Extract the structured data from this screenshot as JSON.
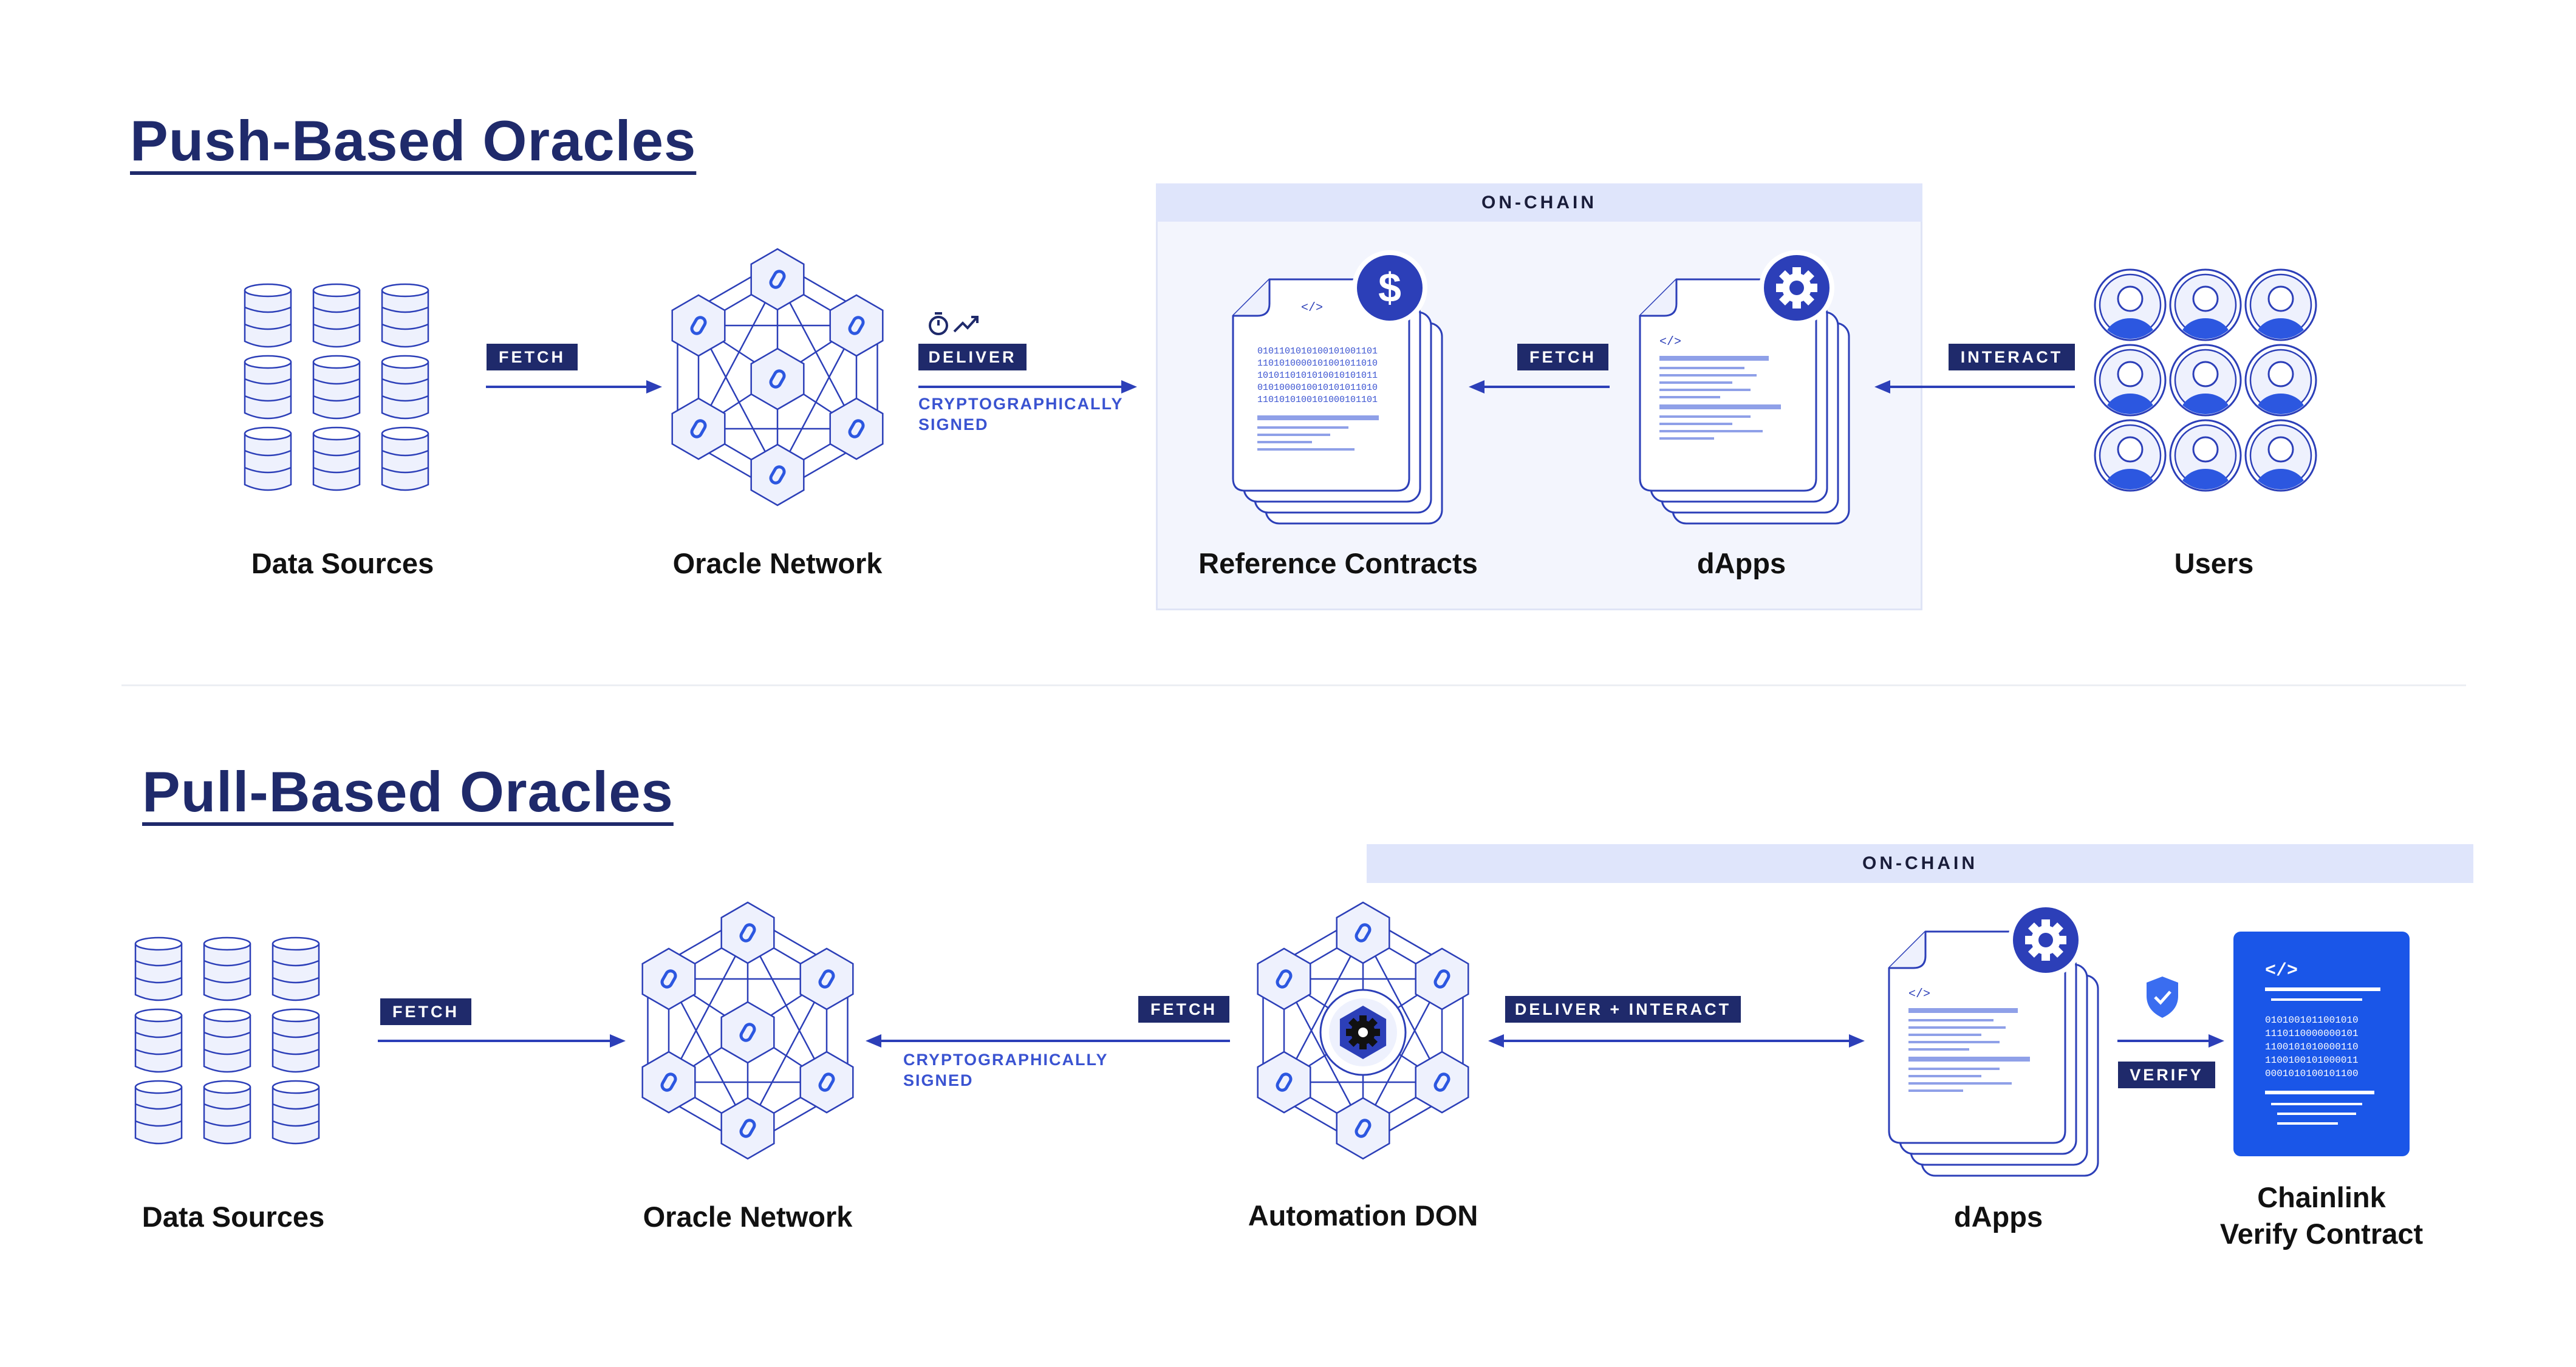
{
  "push": {
    "title": "Push-Based Oracles",
    "onchain_label": "ON-CHAIN",
    "labels": {
      "data_sources": "Data Sources",
      "oracle_network": "Oracle Network",
      "reference_contracts": "Reference Contracts",
      "dapps": "dApps",
      "users": "Users"
    },
    "tags": {
      "fetch1": "FETCH",
      "deliver": "DELIVER",
      "fetch2": "FETCH",
      "interact": "INTERACT"
    },
    "notes": {
      "signed_line1": "CRYPTOGRAPHICALLY",
      "signed_line2": "SIGNED"
    },
    "code_tag": "</>",
    "binary_lines": [
      "0101101010100101001101",
      "1101010000101001011010",
      "1010110101010010101011",
      "0101000010010101011010",
      "1101010100101000101101"
    ]
  },
  "pull": {
    "title": "Pull-Based Oracles",
    "onchain_label": "ON-CHAIN",
    "labels": {
      "data_sources": "Data Sources",
      "oracle_network": "Oracle Network",
      "automation_don": "Automation DON",
      "dapps": "dApps",
      "verify_line1": "Chainlink",
      "verify_line2": "Verify Contract"
    },
    "tags": {
      "fetch1": "FETCH",
      "fetch2": "FETCH",
      "deliver_interact": "DELIVER + INTERACT",
      "verify": "VERIFY"
    },
    "notes": {
      "signed_line1": "CRYPTOGRAPHICALLY",
      "signed_line2": "SIGNED"
    },
    "code_tag": "</>",
    "binary_lines": [
      "0101001011001010",
      "1110110000000101",
      "1100101010000110",
      "1100100101000011",
      "0001010100101100"
    ]
  },
  "colors": {
    "navy": "#1f2a6b",
    "accent": "#3a53d1",
    "stroke": "#2c3fb8",
    "light_fill": "#eef1fd",
    "onchain_band": "#dfe5fb",
    "verify_blue": "#1a56e8"
  },
  "icons": {
    "database": "database-cylinder-icon",
    "network": "hexagon-network-icon",
    "chain_link": "chain-link-icon",
    "dollar": "dollar-badge-icon",
    "gear": "gear-badge-icon",
    "user": "user-avatar-icon",
    "shield": "shield-check-icon",
    "timer": "stopwatch-icon",
    "trend": "trend-up-icon"
  }
}
